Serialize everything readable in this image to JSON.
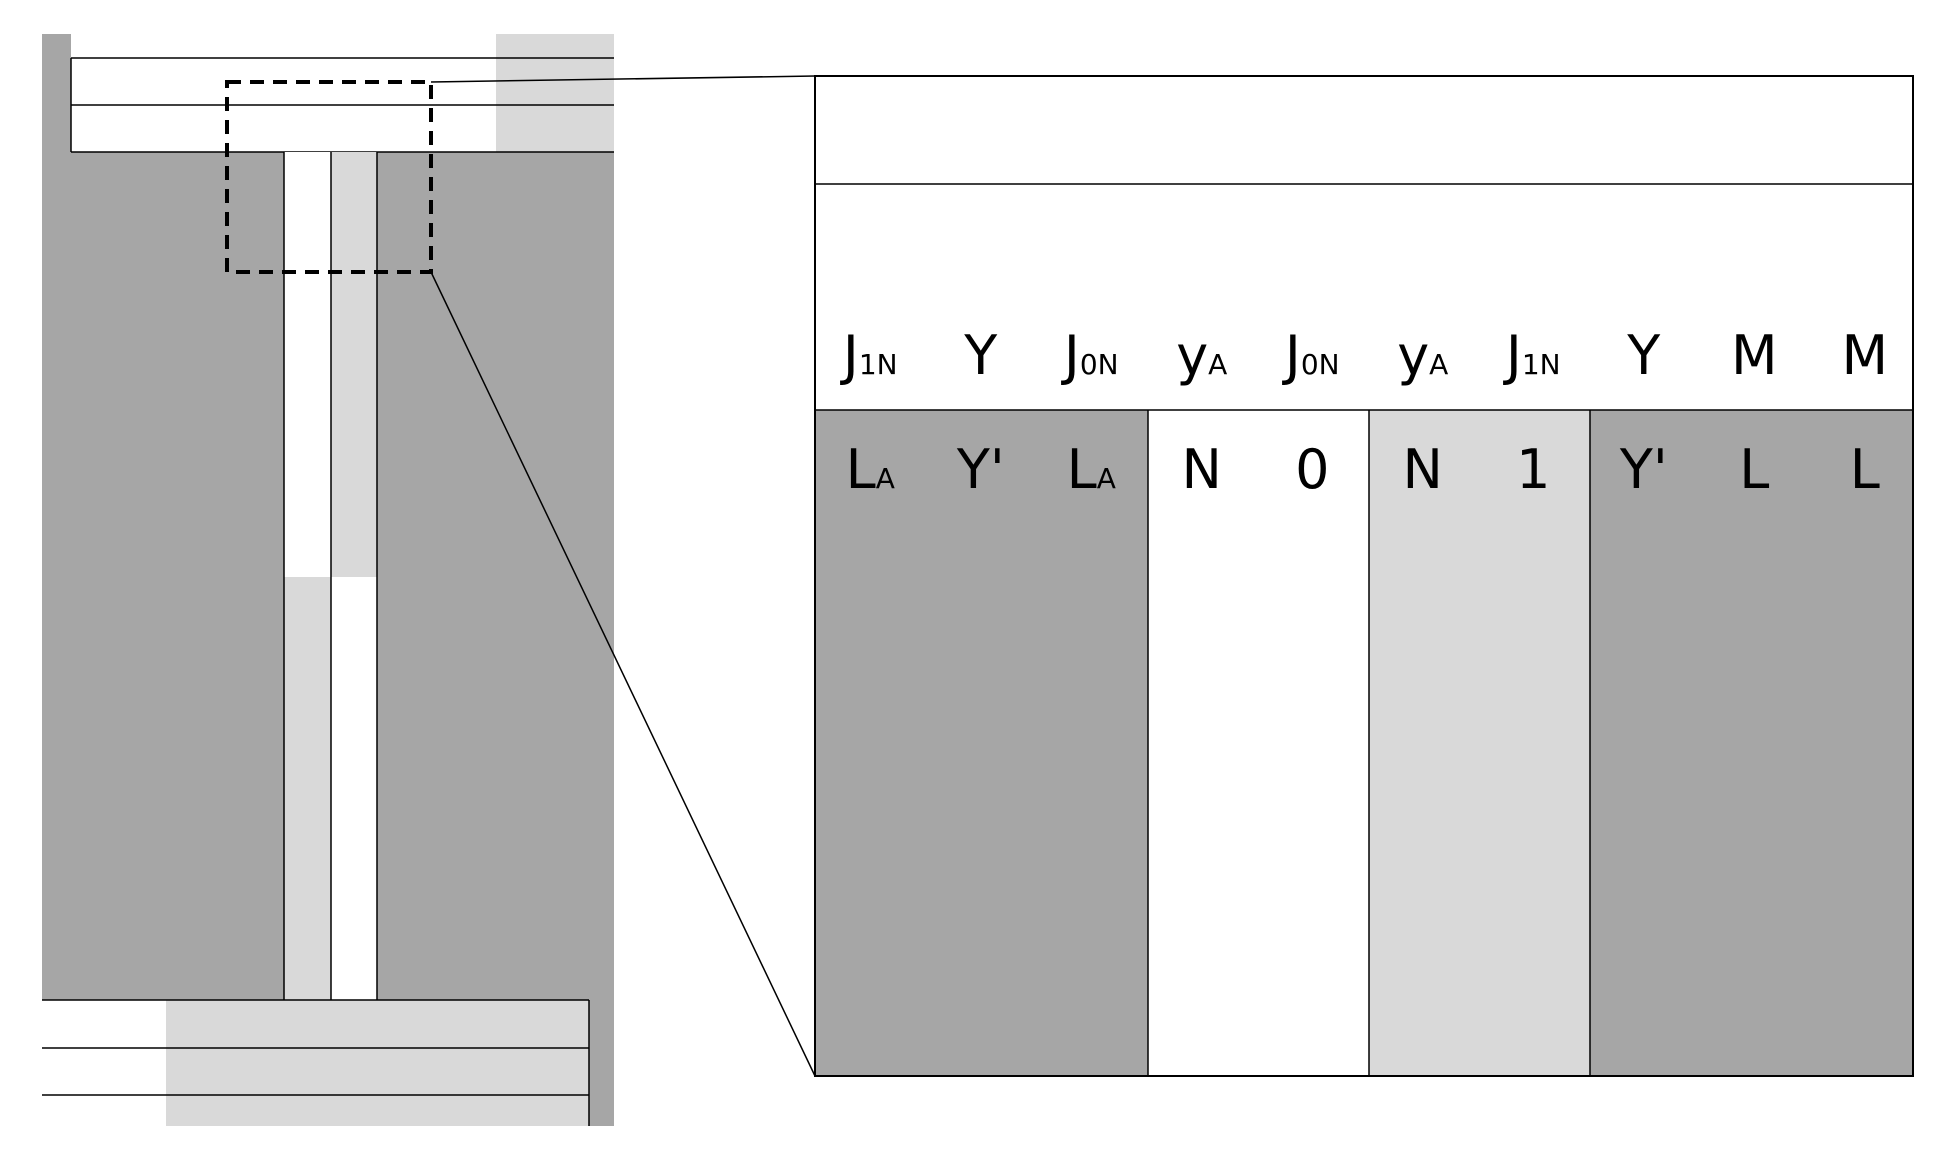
{
  "colors": {
    "dark": "#a6a6a6",
    "light": "#d9d9d9",
    "white": "#ffffff",
    "line": "#000000"
  },
  "labels": {
    "top_row": [
      {
        "main": "J",
        "sub": "1N"
      },
      {
        "main": "Y",
        "sub": ""
      },
      {
        "main": "J",
        "sub": "0N"
      },
      {
        "main": "y",
        "sub": "A"
      },
      {
        "main": "J",
        "sub": "0N"
      },
      {
        "main": "y",
        "sub": "A"
      },
      {
        "main": "J",
        "sub": "1N"
      },
      {
        "main": "Y",
        "sub": ""
      },
      {
        "main": "M",
        "sub": ""
      },
      {
        "main": "M",
        "sub": ""
      }
    ],
    "bottom_row": [
      {
        "main": "L",
        "sub": "A"
      },
      {
        "main": "Y'",
        "sub": ""
      },
      {
        "main": "L",
        "sub": "A"
      },
      {
        "main": "N",
        "sub": ""
      },
      {
        "main": "0",
        "sub": ""
      },
      {
        "main": "N",
        "sub": ""
      },
      {
        "main": "1",
        "sub": ""
      },
      {
        "main": "Y'",
        "sub": ""
      },
      {
        "main": "L",
        "sub": ""
      },
      {
        "main": "L",
        "sub": ""
      }
    ]
  }
}
